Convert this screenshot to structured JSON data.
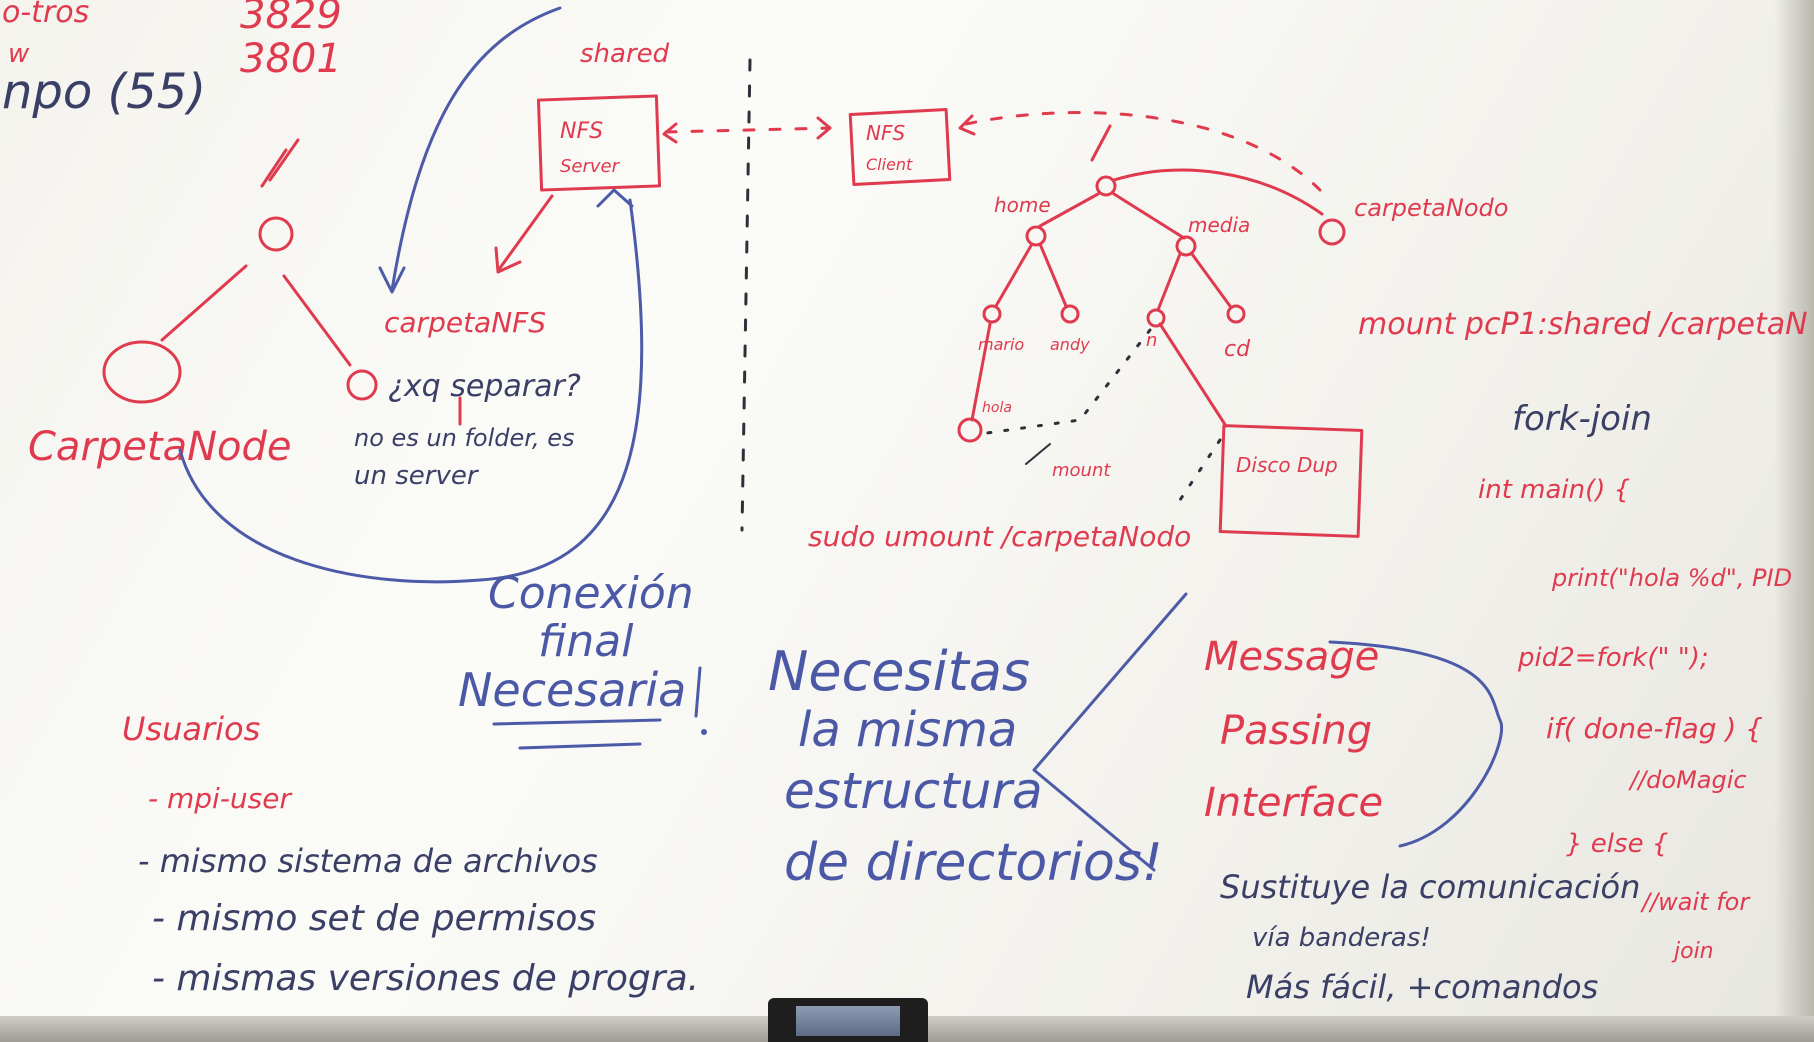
{
  "top_left": {
    "line1": "o-tros",
    "line2": "w",
    "line3": "npo (55)",
    "num1": "3829",
    "num2": "3801"
  },
  "left_tree": {
    "root_label": "/",
    "leaf_label": "CarpetaNode",
    "nfs_label": "carpetaNFS",
    "question": "¿xq separar?",
    "answer_line1": "no es un folder, es",
    "answer_line2": "un server"
  },
  "nfs": {
    "shared_label": "shared",
    "server_line1": "NFS",
    "server_line2": "Server",
    "client_line1": "NFS",
    "client_line2": "Client"
  },
  "right_tree": {
    "root_label": "/",
    "home": "home",
    "media": "media",
    "carpeta_nodo": "carpetaNodo",
    "mario": "mario",
    "andy": "andy",
    "n_dir": "n",
    "cd": "cd",
    "hola": "hola",
    "mount_arrow": "mount",
    "disco_box": "Disco Dup",
    "umount_cmd": "sudo umount /carpetaNodo"
  },
  "mount_cmd": "mount pcP1:shared /carpetaN",
  "code": {
    "title": "fork-join",
    "line1": "int main() {",
    "line2": "print(\"hola %d\", PID",
    "line3": "pid2=fork(\" \");",
    "line4": "if( done-flag ) {",
    "line5": "//doMagic",
    "line6": "} else {",
    "line7": "//wait for",
    "line8": "join"
  },
  "conexion": {
    "line1": "Conexión",
    "line2": "final",
    "line3": "Necesaria"
  },
  "usuarios": {
    "title": "Usuarios",
    "item1": "- mpi-user",
    "item2": "- mismo sistema de archivos",
    "item3": "- mismo set de permisos",
    "item4": "- mismas versiones de progra."
  },
  "necesitas": {
    "line1": "Necesitas",
    "line2": "la misma",
    "line3": "estructura",
    "line4": "de directorios!"
  },
  "mpi": {
    "line1": "Message",
    "line2": "Passing",
    "line3": "Interface"
  },
  "sustituye": {
    "line1": "Sustituye la comunicación",
    "line2": "vía banderas!",
    "line3": "Más fácil, +comandos"
  },
  "colors": {
    "red_marker": "#e03a4e",
    "blue_marker": "#4c5aa8",
    "board": "#f6f5f0"
  }
}
